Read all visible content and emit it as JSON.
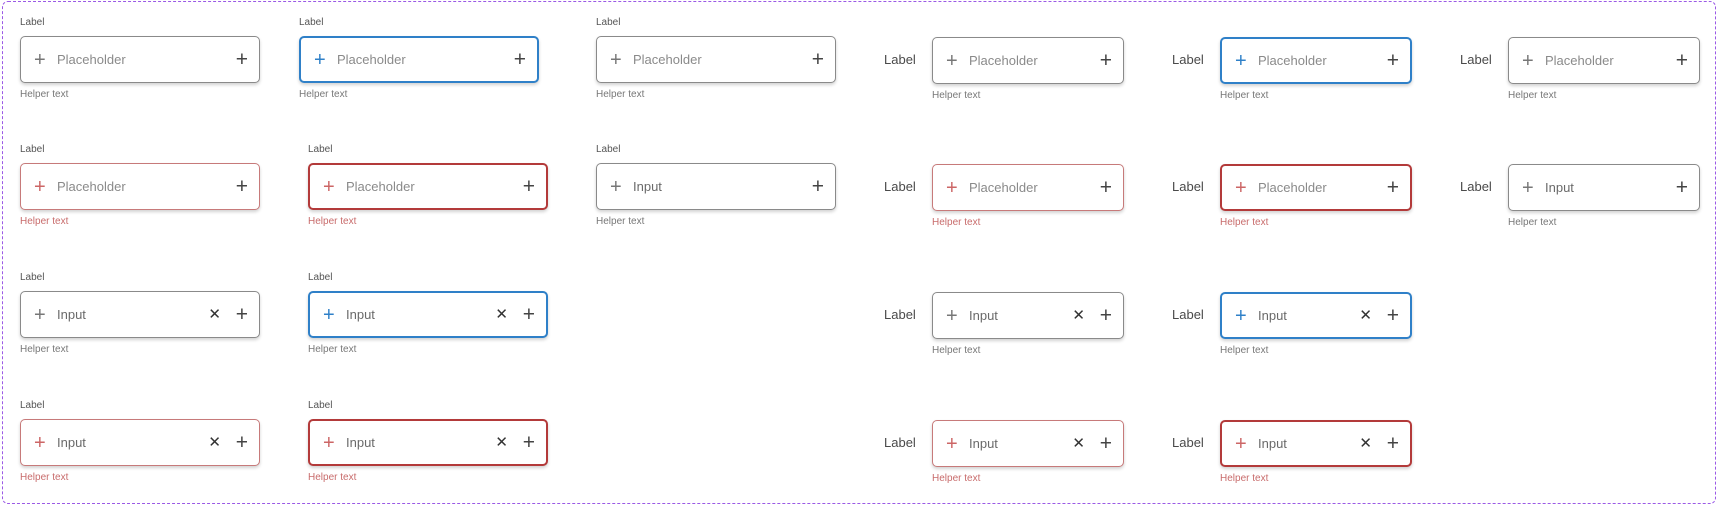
{
  "strings": {
    "label": "Label",
    "placeholder": "Placeholder",
    "input_value": "Input",
    "helper": "Helper text"
  },
  "icons": {
    "leading": "plus-icon",
    "trailing": "plus-icon",
    "clear": "close-icon"
  },
  "colors": {
    "default_border": "#8a8a8a",
    "focus_border": "#2f80c8",
    "error_border": "#c77a7a",
    "error_focus_border": "#b33a3a",
    "error_helper": "#c86b6b",
    "frame_dash": "#9b59e6"
  },
  "fields": [
    {
      "layout": "top",
      "state": "default",
      "text": "Placeholder",
      "clear": false
    },
    {
      "layout": "top",
      "state": "focused",
      "text": "Placeholder",
      "clear": false
    },
    {
      "layout": "top",
      "state": "default",
      "text": "Placeholder",
      "clear": false
    },
    {
      "layout": "left",
      "state": "default",
      "text": "Placeholder",
      "clear": false
    },
    {
      "layout": "left",
      "state": "focused",
      "text": "Placeholder",
      "clear": false
    },
    {
      "layout": "left",
      "state": "default",
      "text": "Placeholder",
      "clear": false
    },
    {
      "layout": "top",
      "state": "error",
      "text": "Placeholder",
      "clear": false
    },
    {
      "layout": "top",
      "state": "error-focused",
      "text": "Placeholder",
      "clear": false
    },
    {
      "layout": "top",
      "state": "default",
      "text": "Input",
      "clear": false
    },
    {
      "layout": "left",
      "state": "error",
      "text": "Placeholder",
      "clear": false
    },
    {
      "layout": "left",
      "state": "error-focused",
      "text": "Placeholder",
      "clear": false
    },
    {
      "layout": "left",
      "state": "default",
      "text": "Input",
      "clear": false
    },
    {
      "layout": "top",
      "state": "default",
      "text": "Input",
      "clear": true
    },
    {
      "layout": "top",
      "state": "focused",
      "text": "Input",
      "clear": true
    },
    {
      "layout": "left",
      "state": "default",
      "text": "Input",
      "clear": true
    },
    {
      "layout": "left",
      "state": "focused",
      "text": "Input",
      "clear": true
    },
    {
      "layout": "top",
      "state": "error",
      "text": "Input",
      "clear": true
    },
    {
      "layout": "top",
      "state": "error-focused",
      "text": "Input",
      "clear": true
    },
    {
      "layout": "left",
      "state": "error",
      "text": "Input",
      "clear": true
    },
    {
      "layout": "left",
      "state": "error-focused",
      "text": "Input",
      "clear": true
    }
  ]
}
